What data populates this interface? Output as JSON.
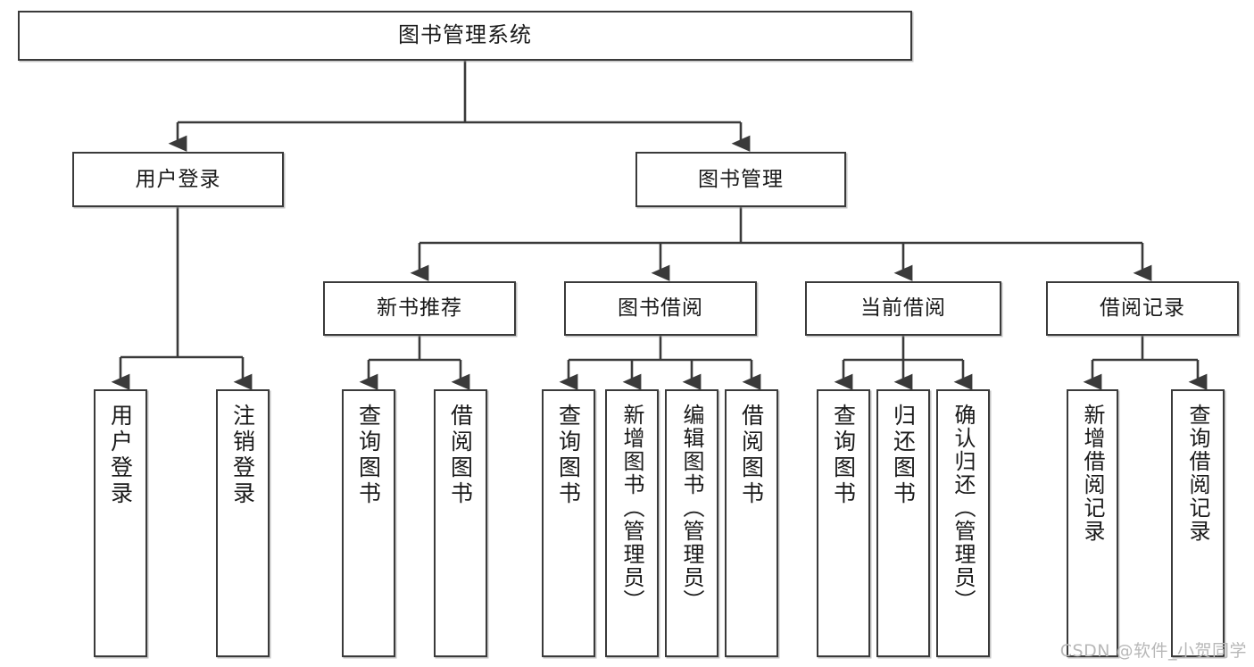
{
  "diagram": {
    "title": "图书管理系统",
    "type": "tree-hierarchy-chart",
    "watermark": "CSDN @软件_小贺同学",
    "colors": {
      "stroke": "#3a3a3a",
      "fill": "#ffffff",
      "text": "#1a1a1a",
      "watermark": "#b8b8b8"
    },
    "nodes": {
      "root": {
        "label": "图书管理系统"
      },
      "level2": [
        {
          "id": "user-login",
          "label": "用户登录"
        },
        {
          "id": "book-management",
          "label": "图书管理"
        }
      ],
      "level3": [
        {
          "id": "new-book-recommend",
          "label": "新书推荐"
        },
        {
          "id": "book-borrow",
          "label": "图书借阅"
        },
        {
          "id": "current-borrow",
          "label": "当前借阅"
        },
        {
          "id": "borrow-record",
          "label": "借阅记录"
        }
      ],
      "leaves": {
        "user_login": [
          {
            "id": "leaf-user-login",
            "label": "用户登录"
          },
          {
            "id": "leaf-logout-login",
            "label": "注销登录"
          }
        ],
        "new_book_recommend": [
          {
            "id": "leaf-query-book-1",
            "label": "查询图书"
          },
          {
            "id": "leaf-borrow-book-1",
            "label": "借阅图书"
          }
        ],
        "book_borrow": [
          {
            "id": "leaf-query-book-2",
            "label": "查询图书"
          },
          {
            "id": "leaf-add-book",
            "label": "新增图书（管理员）"
          },
          {
            "id": "leaf-edit-book",
            "label": "编辑图书（管理员）"
          },
          {
            "id": "leaf-borrow-book-2",
            "label": "借阅图书"
          }
        ],
        "current_borrow": [
          {
            "id": "leaf-query-book-3",
            "label": "查询图书"
          },
          {
            "id": "leaf-return-book",
            "label": "归还图书"
          },
          {
            "id": "leaf-confirm-return",
            "label": "确认归还（管理员）"
          }
        ],
        "borrow_record": [
          {
            "id": "leaf-add-record",
            "label": "新增借阅记录"
          },
          {
            "id": "leaf-query-record",
            "label": "查询借阅记录"
          }
        ]
      }
    }
  }
}
